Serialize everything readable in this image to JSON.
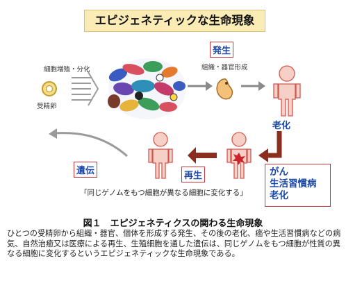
{
  "title": "エピジェネティックな生命現象",
  "labels": {
    "proliferation": "細胞増殖・分化",
    "fertilized_egg": "受精卵",
    "development": "発生",
    "organ_formation": "組織・器官形成",
    "aging": "老化",
    "regeneration": "再生",
    "heredity": "遺伝",
    "diseases": [
      "がん",
      "生活習慣病",
      "老化"
    ]
  },
  "quote": "「同じゲノムをもつ細胞が異なる細胞に変化する」",
  "figure_title": "図１　エピジェネティクスの関わる生命現象",
  "caption": "ひとつの受精卵から組織・器官、個体を形成する発生、その後の老化、癌や生活習慣病などの病気、自然治癒又は医療による再生、生殖細胞を通した遺伝は、同じゲノムをもつ細胞が性質の異なる細胞に変化するというエピジェネティックな生命現象である。",
  "colors": {
    "title_bg": "#fbecb6",
    "person": "#f6cfc6",
    "person_stroke": "#d1574e",
    "arrow_gray": "#8a8a8a",
    "arrow_brown": "#8b2e1e",
    "label_blue": "#1a47a8",
    "box_red": "#c8343a"
  }
}
